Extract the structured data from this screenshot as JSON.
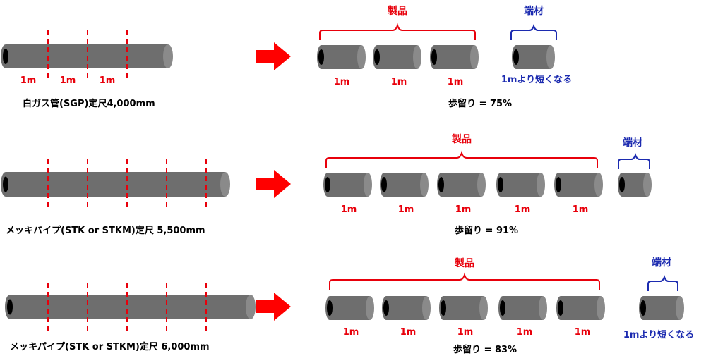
{
  "colors": {
    "pipe_body": "#6e6e6e",
    "pipe_end": "#8a8a8a",
    "pipe_hole": "#000000",
    "cut_line": "#e8000b",
    "product": "#e8000b",
    "scrap": "#1c2bb0",
    "text": "#000000"
  },
  "rows": [
    {
      "stock_label": "白ガス管(SGP)定尺4,000mm",
      "piece_count": 3,
      "piece_label": "1m",
      "product_label": "製品",
      "scrap_label": "端材",
      "scrap_note": "1mより短くなる",
      "yield_label": "歩留り = 75%"
    },
    {
      "stock_label": "メッキパイプ(STK or STKM)定尺 5,500mm",
      "piece_count": 5,
      "piece_label": "1m",
      "product_label": "製品",
      "scrap_label": "端材",
      "scrap_note": "",
      "yield_label": "歩留り = 91%"
    },
    {
      "stock_label": "メッキパイプ(STK or STKM)定尺 6,000mm",
      "piece_count": 5,
      "piece_label": "1m",
      "product_label": "製品",
      "scrap_label": "端材",
      "scrap_note": "1mより短くなる",
      "yield_label": "歩留り = 83%"
    }
  ]
}
